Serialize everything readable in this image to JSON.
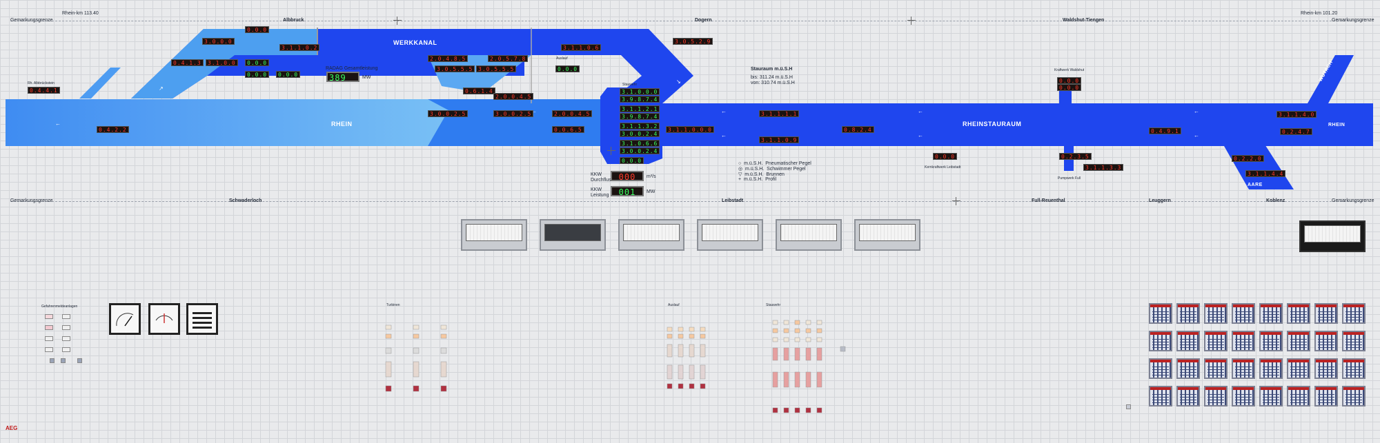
{
  "header": {
    "gemarkung_left": "Gemarkungsgrenze",
    "rhein_km_left": "Rhein-km  113.40",
    "albbruck": "Albbruck",
    "dogern": "Dogern",
    "waldshut": "Waldshut-Tiengen",
    "rhein_km_right": "Rhein-km  101.20",
    "gemarkung_right": "Gemarkungsgrenze"
  },
  "footer_places": {
    "gemarkung_left": "Gemarkungsgrenze",
    "schwaderloch": "Schwaderloch",
    "leibstadt": "Leibstadt",
    "full_reuenthal": "Full-Reuenthal",
    "leuggern": "Leuggern",
    "koblenz": "Koblenz",
    "gemarkung_right": "Gemarkungsgrenze"
  },
  "water": {
    "werkkanal": "WERKKANAL",
    "rhein": "RHEIN",
    "rheinstauraum": "RHEINSTAURAUM",
    "rhein_right": "RHEIN",
    "aare": "AARE",
    "wutach": "WUTACH"
  },
  "annotations": {
    "stauraum_title": "Stauraum    m.ü.S.H",
    "stauraum_bis": "bis:   311.24  m.ü.S.H",
    "stauraum_von": "von:   310.74  m.ü.S.H",
    "radag_label": "RADAG Gesamtleistung",
    "radag_value": "389",
    "radag_unit": "MW",
    "kkw_durchfluss_label": "KKW Durchfluss",
    "kkw_durchfluss_value": "000",
    "kkw_durchfluss_unit": "m³/s",
    "kkw_leistung_label": "KKW Leistung",
    "kkw_leistung_value": "001",
    "kkw_leistung_unit": "MW",
    "legend": [
      {
        "sym": "○",
        "unit": "m.ü.S.H.",
        "text": "Pneumatischer Pegel"
      },
      {
        "sym": "◎",
        "unit": "m.ü.S.H.",
        "text": "Schwimmer Pegel"
      },
      {
        "sym": "▽",
        "unit": "m.ü.S.H.",
        "text": "Brunnen"
      },
      {
        "sym": "+",
        "unit": "m.ü.S.H.",
        "text": "Profil"
      }
    ],
    "albbruck_small": "Rh. Albbrückstein",
    "wehr_label": "Stauwehr",
    "auslauf_label": "Auslauf",
    "kraftwerk_label": "Kraftwerk Waldshut",
    "kernkraftwerk_label": "Kernkraftwerk Leibstadt",
    "pumpwerk_label": "Pumpwerk Full",
    "turbinen_label": "Turbinen",
    "auslauf_panel_label": "Auslauf",
    "stauwehr_panel_label": "Stauwehr",
    "left_panel_label": "Gefahrenmeldeanlagen",
    "aeg": "AEG"
  },
  "displays": [
    {
      "id": "d1",
      "value": "0.4.4.1",
      "color": "red"
    },
    {
      "id": "d2",
      "value": "0.4.1.3",
      "color": "red"
    },
    {
      "id": "d3",
      "value": "3.0.0.0",
      "color": "red"
    },
    {
      "id": "d4",
      "value": "3.1.0.0",
      "color": "red"
    },
    {
      "id": "d5",
      "value": "3.1.1.0.2",
      "color": "red"
    },
    {
      "id": "d6",
      "value": "0.4.2.2",
      "color": "red"
    },
    {
      "id": "d7",
      "value": "3.0.0.2.5",
      "color": "red"
    },
    {
      "id": "d8",
      "value": "2.0.4.8.5",
      "color": "red"
    },
    {
      "id": "d9",
      "value": "2.0.5.7.8",
      "color": "red"
    },
    {
      "id": "d10",
      "value": "3.0.5.5.5",
      "color": "red"
    },
    {
      "id": "d11",
      "value": "3.0.5.5.5",
      "color": "red"
    },
    {
      "id": "d12",
      "value": "0.6.1.4",
      "color": "red"
    },
    {
      "id": "d13",
      "value": "2.0.0.4.5",
      "color": "red"
    },
    {
      "id": "d14",
      "value": "3.1.1.0.6",
      "color": "red"
    },
    {
      "id": "d15",
      "value": "3.0.0.2.5",
      "color": "red"
    },
    {
      "id": "d16",
      "value": "2.0.0.4.5",
      "color": "red"
    },
    {
      "id": "d17",
      "value": "0.0.6.5",
      "color": "red"
    },
    {
      "id": "d18",
      "value": "3.0.5.2.9",
      "color": "red"
    },
    {
      "id": "d19",
      "value": "3.1.1.0.0.0",
      "color": "red"
    },
    {
      "id": "d20",
      "value": "3.1.1.1.1",
      "color": "red"
    },
    {
      "id": "d21",
      "value": "3.1.1.0.9",
      "color": "red"
    },
    {
      "id": "d22",
      "value": "0.8.2.4",
      "color": "red"
    },
    {
      "id": "d23",
      "value": "0.4.9.1",
      "color": "red"
    },
    {
      "id": "d24",
      "value": "3.1.1.4.0",
      "color": "red"
    },
    {
      "id": "d25",
      "value": "0.2.4.7",
      "color": "red"
    },
    {
      "id": "d26",
      "value": "0.2.2.0",
      "color": "red"
    },
    {
      "id": "d27",
      "value": "3.1.1.4.4",
      "color": "red"
    },
    {
      "id": "d28",
      "value": "0.0.0",
      "color": "red"
    },
    {
      "id": "d29",
      "value": "0.0.0",
      "color": "red"
    },
    {
      "id": "d30",
      "value": "0.0.0",
      "color": "red"
    },
    {
      "id": "d31",
      "value": "0.2.3.5",
      "color": "red"
    },
    {
      "id": "d32",
      "value": "3.1.1.3.3",
      "color": "red"
    },
    {
      "id": "d33",
      "value": "0.0.0",
      "color": "red"
    },
    {
      "id": "d34",
      "value": "3.1.0.0.0",
      "color": "green"
    },
    {
      "id": "d35",
      "value": "3.9.8.7.4",
      "color": "green"
    },
    {
      "id": "d36",
      "value": "3.1.1.2.1",
      "color": "green"
    },
    {
      "id": "d37",
      "value": "3.9.8.7.4",
      "color": "green"
    },
    {
      "id": "d38",
      "value": "3.1.1.3.2",
      "color": "green"
    },
    {
      "id": "d39",
      "value": "3.0.0.2.4",
      "color": "green"
    },
    {
      "id": "d40",
      "value": "3.1.0.6.6",
      "color": "green"
    },
    {
      "id": "d41",
      "value": "3.0.0.2.4",
      "color": "green"
    },
    {
      "id": "d42",
      "value": "0.0.0",
      "color": "green"
    },
    {
      "id": "d43",
      "value": "0.0.0",
      "color": "green"
    },
    {
      "id": "d44",
      "value": "0.0.0",
      "color": "green"
    },
    {
      "id": "d45",
      "value": "0.0.0",
      "color": "green"
    },
    {
      "id": "d46",
      "value": "0.0.0",
      "color": "green"
    }
  ],
  "colors": {
    "water_dark": "#1f46ee",
    "water_light": "#5eaaf0",
    "segment_red": "#ff3a2a",
    "segment_green": "#38ff60",
    "panel_bg": "#e9eaec"
  }
}
